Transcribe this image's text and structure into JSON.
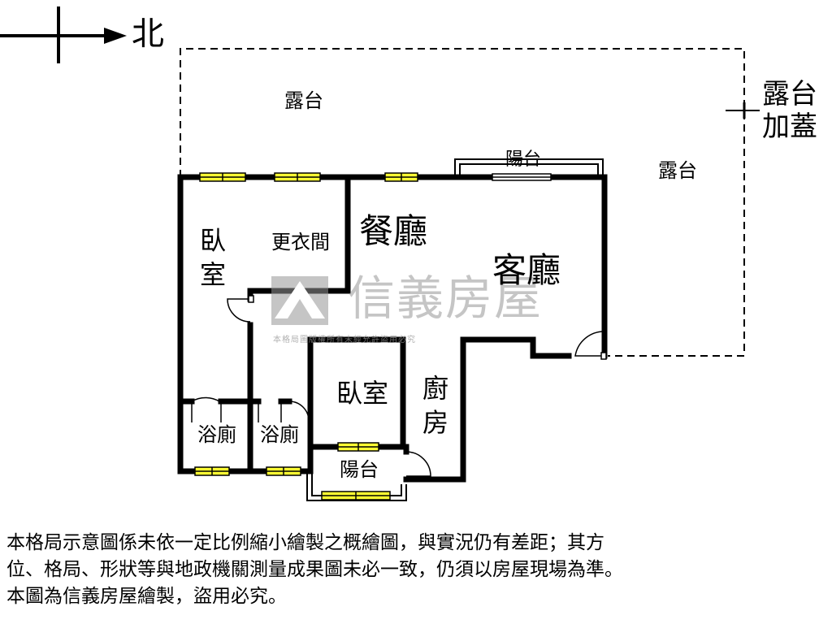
{
  "compass": {
    "north_label": "北"
  },
  "rooms": {
    "terrace_top": "露台",
    "terrace_right": "露台",
    "terrace_addition": [
      "露台",
      "加蓋"
    ],
    "balcony_top": "陽台",
    "bedroom_main": [
      "臥",
      "室"
    ],
    "dressing_room": "更衣間",
    "dining_room": "餐廳",
    "living_room": "客廳",
    "bedroom_small": "臥室",
    "kitchen": [
      "廚",
      "房"
    ],
    "bathroom_left": "浴廁",
    "bathroom_right": "浴廁",
    "balcony_bottom": "陽台"
  },
  "watermark": {
    "brand": "信義房屋",
    "notice": "本格局圖版權所有未經允許盜用必究"
  },
  "disclaimer": {
    "lines": [
      "本格局示意圖係未依一定比例縮小繪製之概繪圖，與實況仍有差距；其方",
      "位、格局、形狀等與地政機關測量成果圖未必一致，仍須以房屋現場為準。",
      "本圖為信義房屋繪製，盜用必究。"
    ]
  },
  "colors": {
    "wall": "#000000",
    "window_fill": "#ffff33",
    "dashed_line": "#000000",
    "watermark": "#969696"
  }
}
